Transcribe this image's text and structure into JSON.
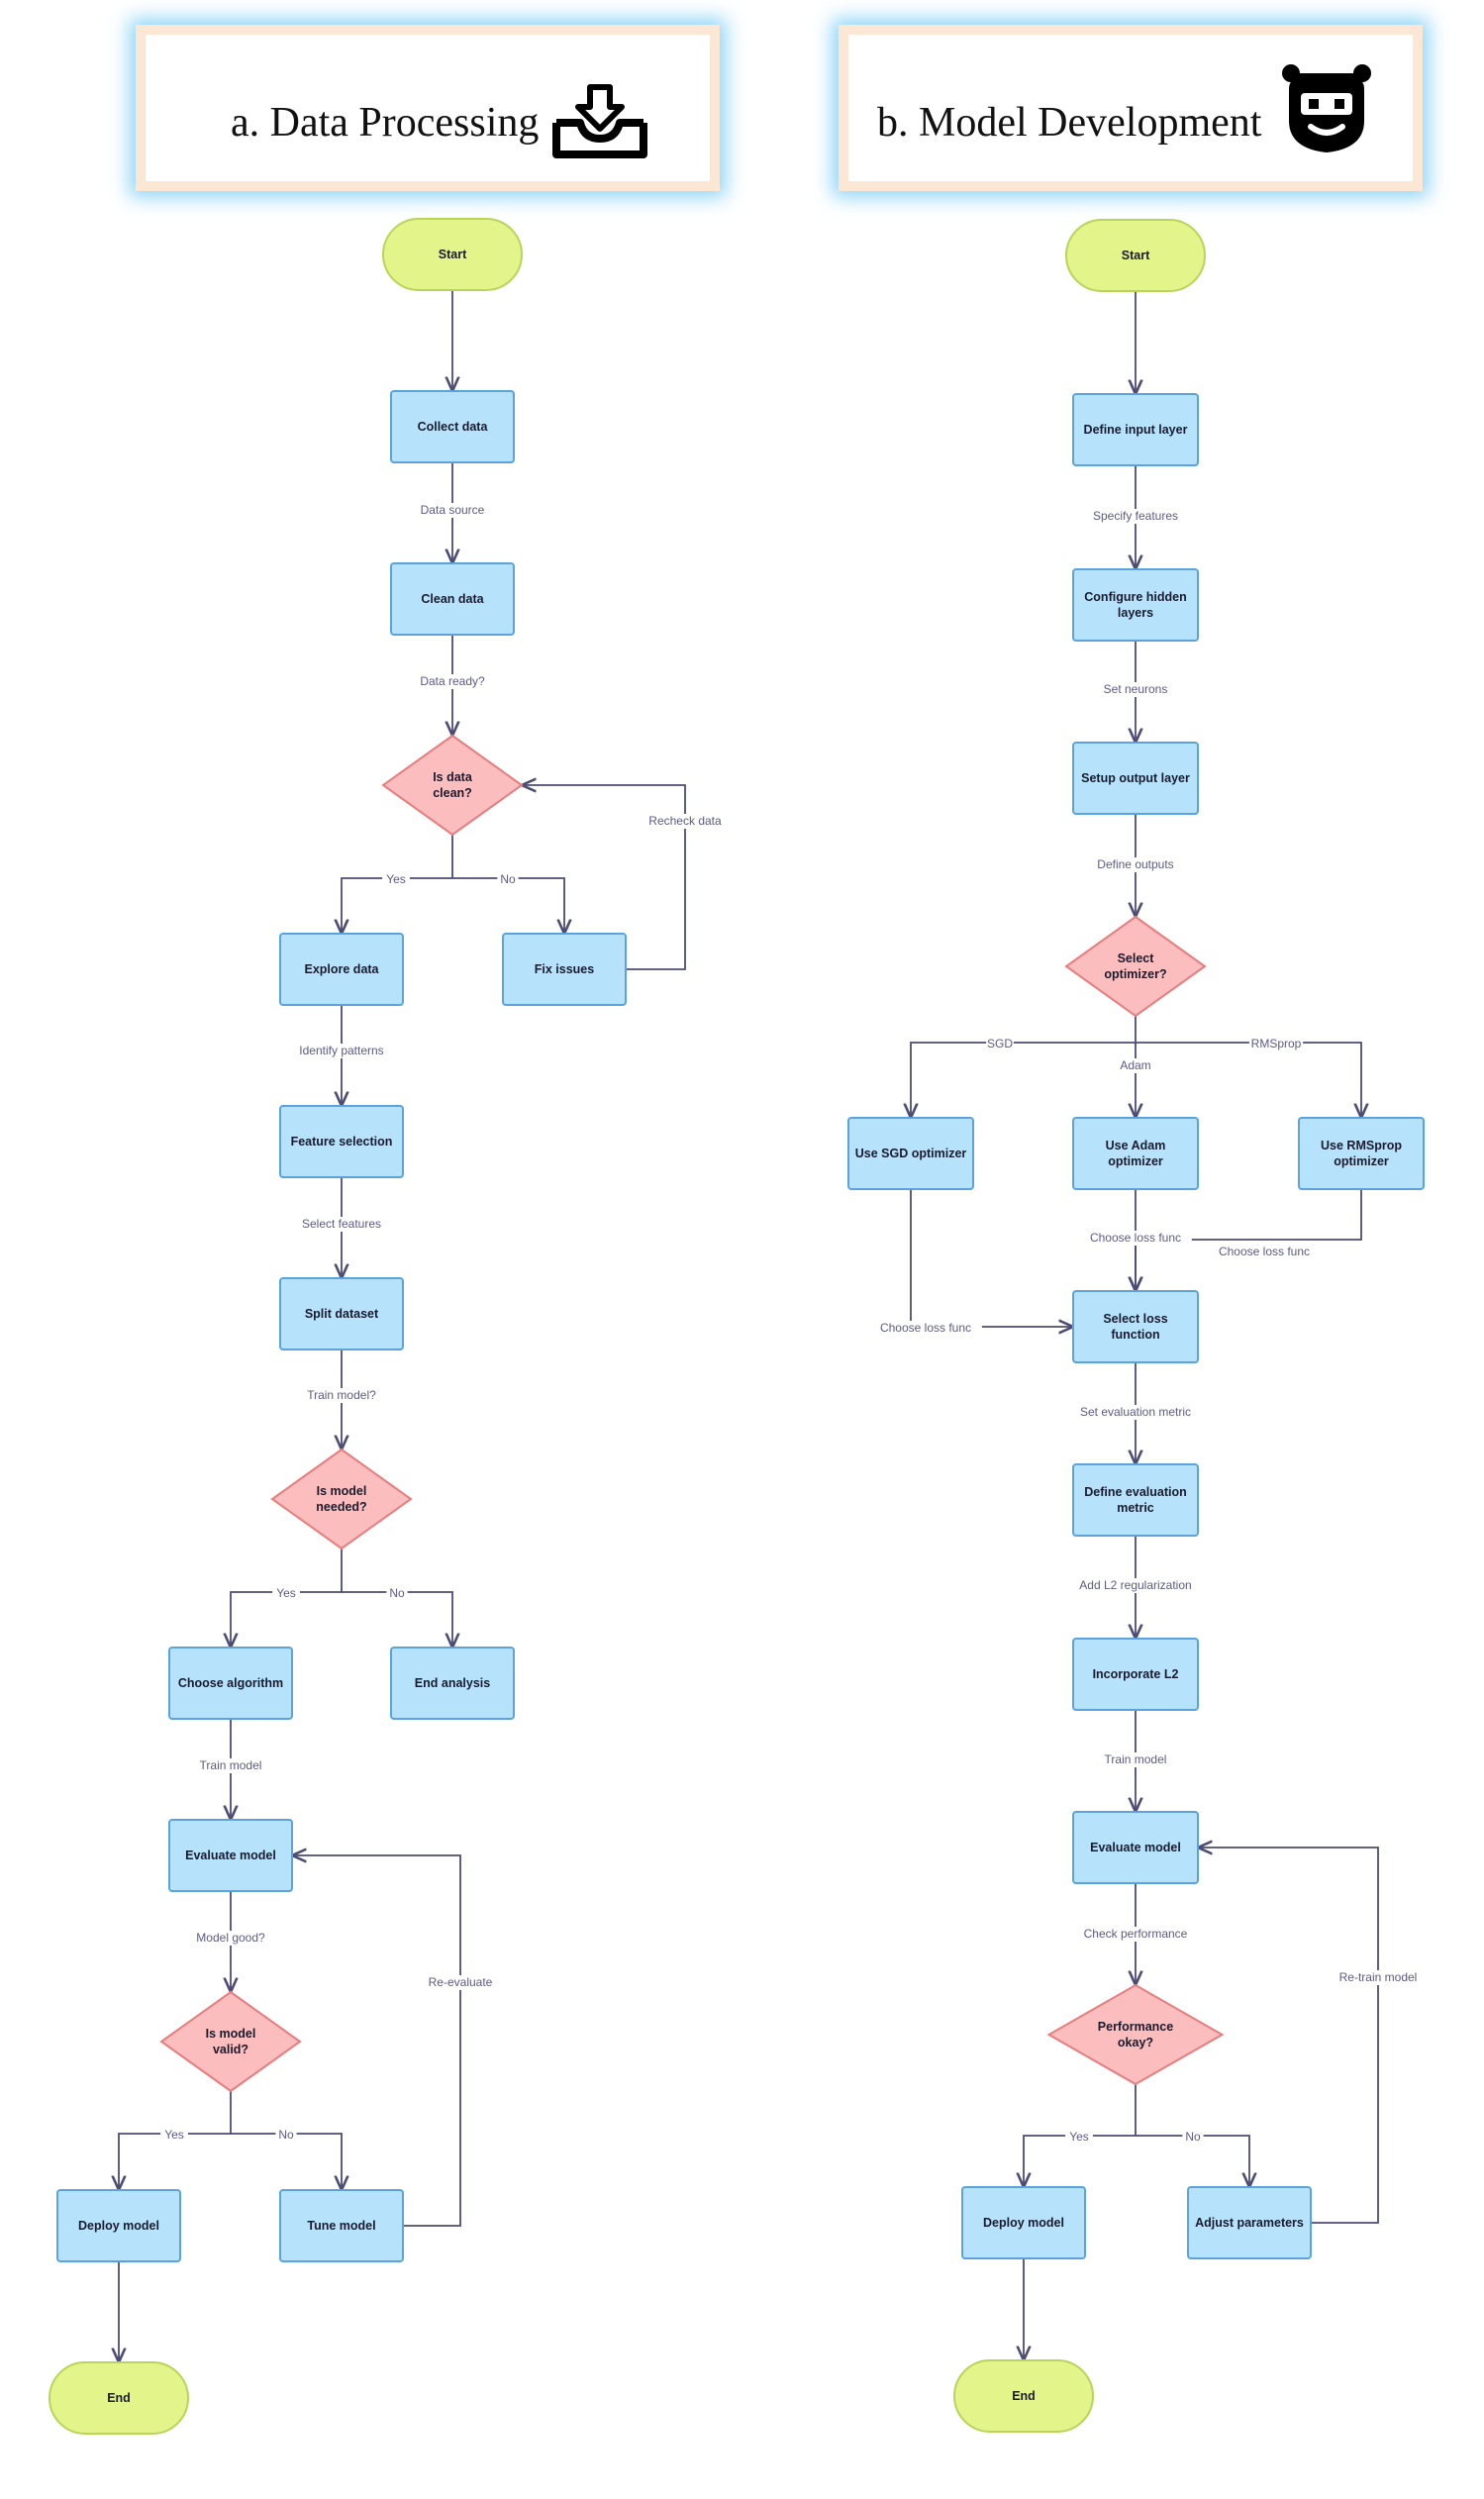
{
  "panel_a": {
    "title": "a.  Data Processing",
    "icon": "inbox-download-icon",
    "nodes": [
      {
        "id": "a_start",
        "shape": "terminal",
        "lines": [
          "Start"
        ]
      },
      {
        "id": "a_collect",
        "shape": "process",
        "lines": [
          "Collect data"
        ]
      },
      {
        "id": "a_clean",
        "shape": "process",
        "lines": [
          "Clean data"
        ]
      },
      {
        "id": "a_isclean",
        "shape": "decision",
        "lines": [
          "Is data",
          "clean?"
        ]
      },
      {
        "id": "a_explore",
        "shape": "process",
        "lines": [
          "Explore data"
        ]
      },
      {
        "id": "a_fix",
        "shape": "process",
        "lines": [
          "Fix issues"
        ]
      },
      {
        "id": "a_feature",
        "shape": "process",
        "lines": [
          "Feature selection"
        ]
      },
      {
        "id": "a_split",
        "shape": "process",
        "lines": [
          "Split dataset"
        ]
      },
      {
        "id": "a_needed",
        "shape": "decision",
        "lines": [
          "Is model",
          "needed?"
        ]
      },
      {
        "id": "a_choose",
        "shape": "process",
        "lines": [
          "Choose algorithm"
        ]
      },
      {
        "id": "a_endanalysis",
        "shape": "process",
        "lines": [
          "End analysis"
        ]
      },
      {
        "id": "a_evaluate",
        "shape": "process",
        "lines": [
          "Evaluate model"
        ]
      },
      {
        "id": "a_valid",
        "shape": "decision",
        "lines": [
          "Is model",
          "valid?"
        ]
      },
      {
        "id": "a_deploy",
        "shape": "process",
        "lines": [
          "Deploy model"
        ]
      },
      {
        "id": "a_tune",
        "shape": "process",
        "lines": [
          "Tune model"
        ]
      },
      {
        "id": "a_end",
        "shape": "terminal",
        "lines": [
          "End"
        ]
      }
    ],
    "edge_labels": {
      "data_source": "Data source",
      "data_ready": "Data ready?",
      "yes1": "Yes",
      "no1": "No",
      "recheck": "Recheck data",
      "identify": "Identify patterns",
      "select_features": "Select features",
      "train_q": "Train model?",
      "yes2": "Yes",
      "no2": "No",
      "train_model": "Train model",
      "model_good": "Model good?",
      "reevaluate": "Re-evaluate",
      "yes3": "Yes",
      "no3": "No"
    }
  },
  "panel_b": {
    "title": "b.  Model Development",
    "icon": "robot-icon",
    "nodes": [
      {
        "id": "b_start",
        "shape": "terminal",
        "lines": [
          "Start"
        ]
      },
      {
        "id": "b_input",
        "shape": "process",
        "lines": [
          "Define input layer"
        ]
      },
      {
        "id": "b_hidden",
        "shape": "process",
        "lines": [
          "Configure hidden",
          "layers"
        ]
      },
      {
        "id": "b_output",
        "shape": "process",
        "lines": [
          "Setup output layer"
        ]
      },
      {
        "id": "b_optq",
        "shape": "decision",
        "lines": [
          "Select",
          "optimizer?"
        ]
      },
      {
        "id": "b_sgd",
        "shape": "process",
        "lines": [
          "Use SGD optimizer"
        ]
      },
      {
        "id": "b_adam",
        "shape": "process",
        "lines": [
          "Use Adam",
          "optimizer"
        ]
      },
      {
        "id": "b_rms",
        "shape": "process",
        "lines": [
          "Use RMSprop",
          "optimizer"
        ]
      },
      {
        "id": "b_loss",
        "shape": "process",
        "lines": [
          "Select loss",
          "function"
        ]
      },
      {
        "id": "b_metric",
        "shape": "process",
        "lines": [
          "Define evaluation",
          "metric"
        ]
      },
      {
        "id": "b_l2",
        "shape": "process",
        "lines": [
          "Incorporate L2"
        ]
      },
      {
        "id": "b_evaluate",
        "shape": "process",
        "lines": [
          "Evaluate model"
        ]
      },
      {
        "id": "b_perf",
        "shape": "decision",
        "lines": [
          "Performance",
          "okay?"
        ]
      },
      {
        "id": "b_deploy",
        "shape": "process",
        "lines": [
          "Deploy model"
        ]
      },
      {
        "id": "b_adjust",
        "shape": "process",
        "lines": [
          "Adjust parameters"
        ]
      },
      {
        "id": "b_end",
        "shape": "terminal",
        "lines": [
          "End"
        ]
      }
    ],
    "edge_labels": {
      "specify": "Specify features",
      "set_neurons": "Set neurons",
      "define_outputs": "Define outputs",
      "sgd": "SGD",
      "adam": "Adam",
      "rmsprop": "RMSprop",
      "loss_sgd": "Choose loss func",
      "loss_adam": "Choose loss func",
      "loss_rms": "Choose loss func",
      "set_metric": "Set evaluation metric",
      "add_l2": "Add L2 regularization",
      "train_model": "Train model",
      "check_perf": "Check performance",
      "retrain": "Re-train model",
      "yes": "Yes",
      "no": "No"
    }
  },
  "colors": {
    "terminal_fill": "#e2f48a",
    "terminal_stroke": "#b9d45a",
    "process_fill": "#b6e3fb",
    "process_stroke": "#5aa3dc",
    "decision_fill": "#fbbdbd",
    "decision_stroke": "#e77d7d",
    "edge": "#4d4c74",
    "edge_label": "#5c5a86"
  }
}
